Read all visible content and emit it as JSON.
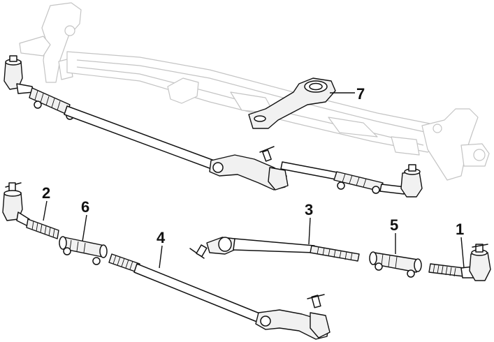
{
  "callouts": {
    "c1": "1",
    "c2": "2",
    "c3": "3",
    "c4": "4",
    "c5": "5",
    "c6": "6",
    "c7": "7"
  },
  "colors": {
    "ink": "#111111",
    "ghost": "#c4c4c4",
    "background": "#ffffff"
  }
}
